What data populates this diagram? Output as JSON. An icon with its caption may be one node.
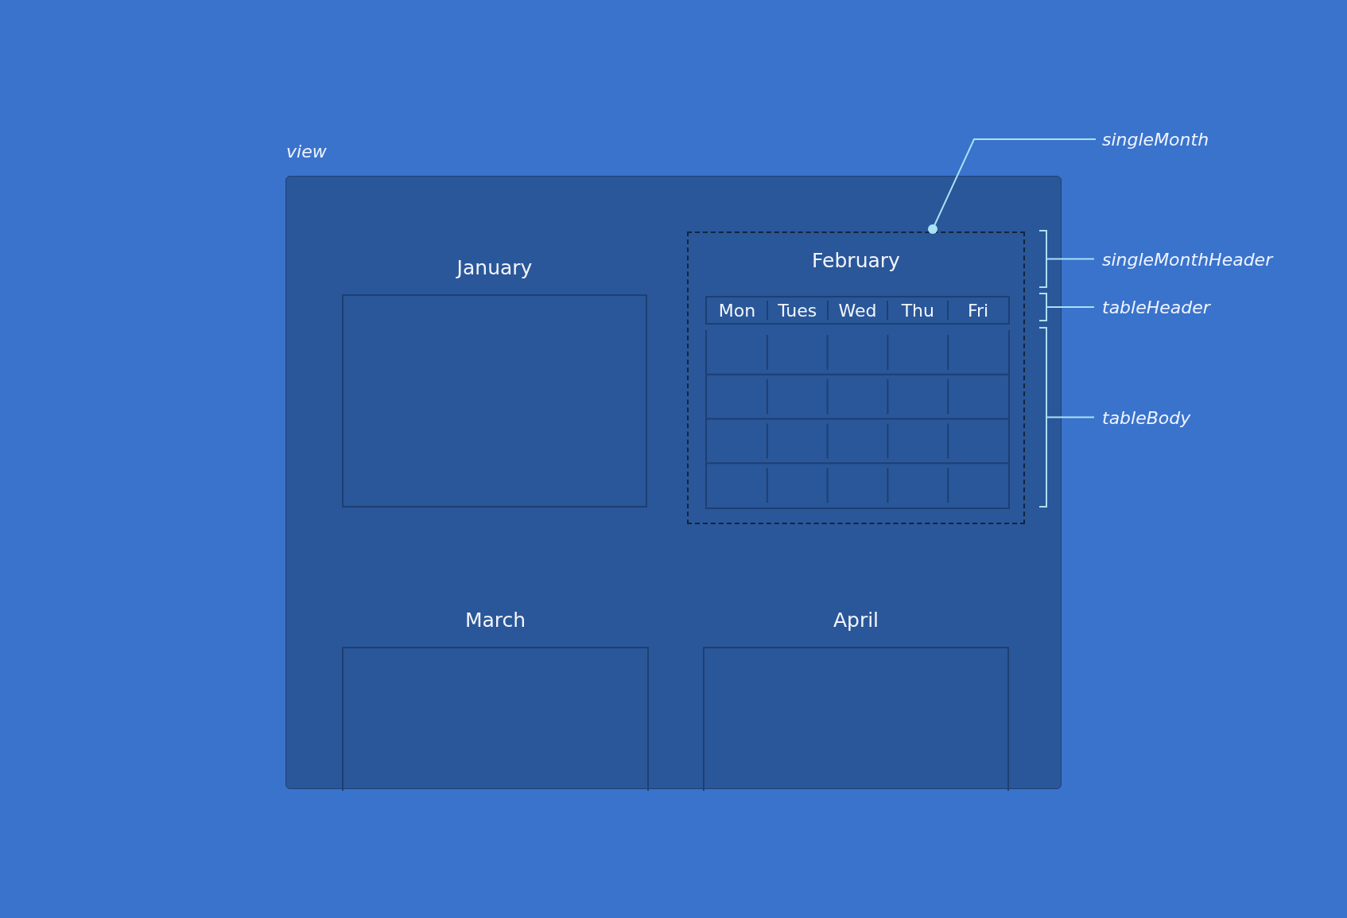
{
  "diagram": {
    "nodes": [
      {
        "text": [
          "view"
        ]
      },
      {
        "text": [
          "January"
        ],
        "in": 0
      },
      {
        "text": [
          "February"
        ],
        "in": 0
      },
      {
        "text": [
          "Mon",
          "Tues",
          "Wed",
          "Thu",
          "Fri"
        ],
        "in": 2
      },
      {
        "text": [],
        "shape": "box",
        "in": 2
      },
      {
        "text": [
          "March"
        ],
        "in": 0
      },
      {
        "text": [
          "April"
        ],
        "in": 0
      },
      {
        "text": [
          "singleMonth"
        ]
      }
    ],
    "edges": [
      {
        "from": 7,
        "to": 2,
        "arrow": "other"
      }
    ],
    "labels": [
      "singleMonthHeader",
      "tableHeader",
      "tableBody"
    ]
  }
}
